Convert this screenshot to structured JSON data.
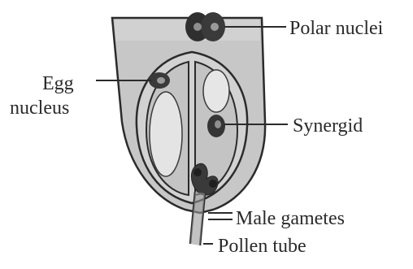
{
  "labels": {
    "polar_nuclei": "Polar nuclei",
    "egg_line1": "Egg",
    "egg_line2": "nucleus",
    "synergid": "Synergid",
    "male_gametes": "Male gametes",
    "pollen_tube": "Pollen tube"
  },
  "colors": {
    "background": "#ffffff",
    "ovule_tissue": "#c9c9c9",
    "outline": "#2b2b2b",
    "sac_fill": "#dcdcdc",
    "nucleus": "#303030",
    "label_text": "#2a2a2a"
  }
}
